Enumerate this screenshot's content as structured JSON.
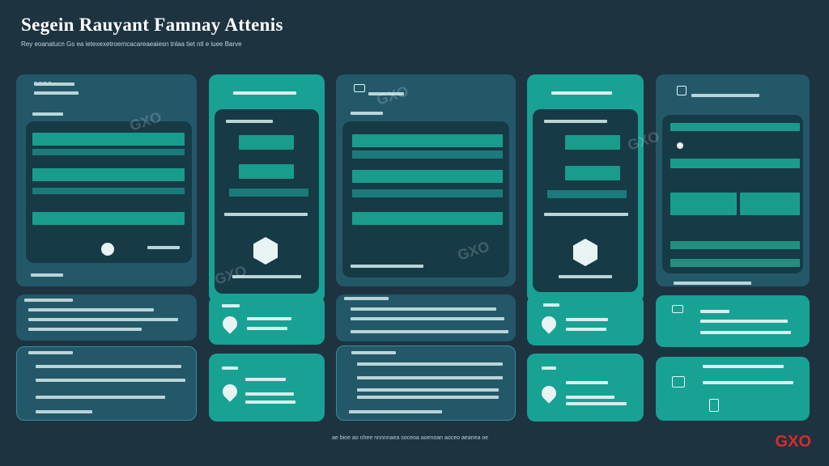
{
  "header": {
    "title": "Segein Rauyant Famnay Attenis",
    "subtitle": "Rey eoanatucn Gs ea ietexexetroerncacareaeaiesn tnlaa tiet ntl e iuee Barve"
  },
  "watermarks": [
    "GXO",
    "GXO",
    "GXO",
    "GXO",
    "GXO"
  ],
  "brand": "GXO",
  "bottom_text": "ae bioe ao nhee nnnnnaea soceoa aoenoan aoceo aeanea oe",
  "colors": {
    "background": "#1d3340",
    "teal": "#17a294",
    "dark_panel": "#235869"
  }
}
